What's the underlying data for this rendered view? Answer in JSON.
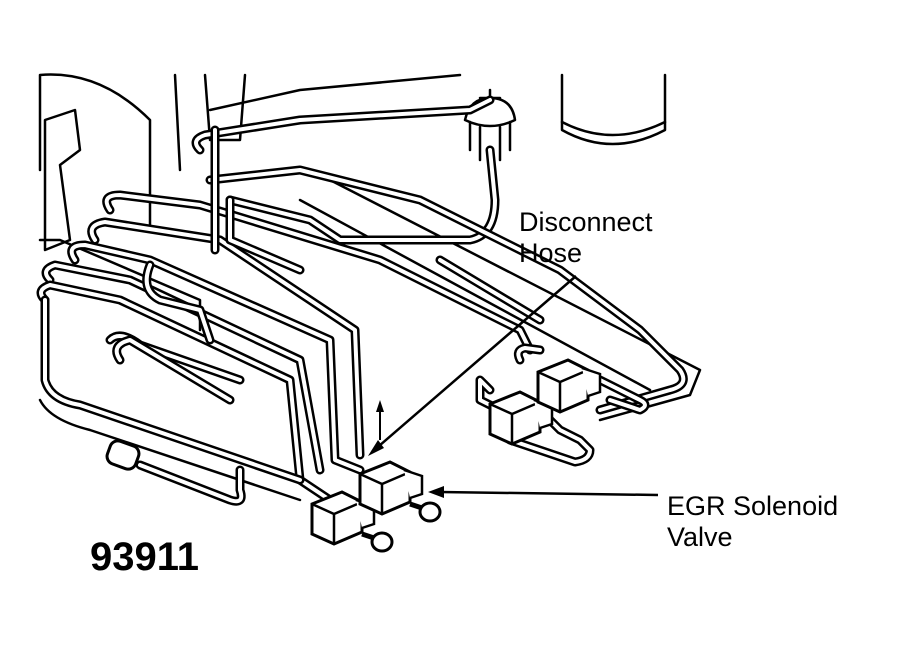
{
  "labels": {
    "disconnect_hose": [
      "Disconnect",
      "Hose"
    ],
    "egr_solenoid_valve": [
      "EGR Solenoid",
      "Valve"
    ]
  },
  "figure_number": "93911",
  "colors": {
    "line": "#000000",
    "background": "#ffffff"
  }
}
